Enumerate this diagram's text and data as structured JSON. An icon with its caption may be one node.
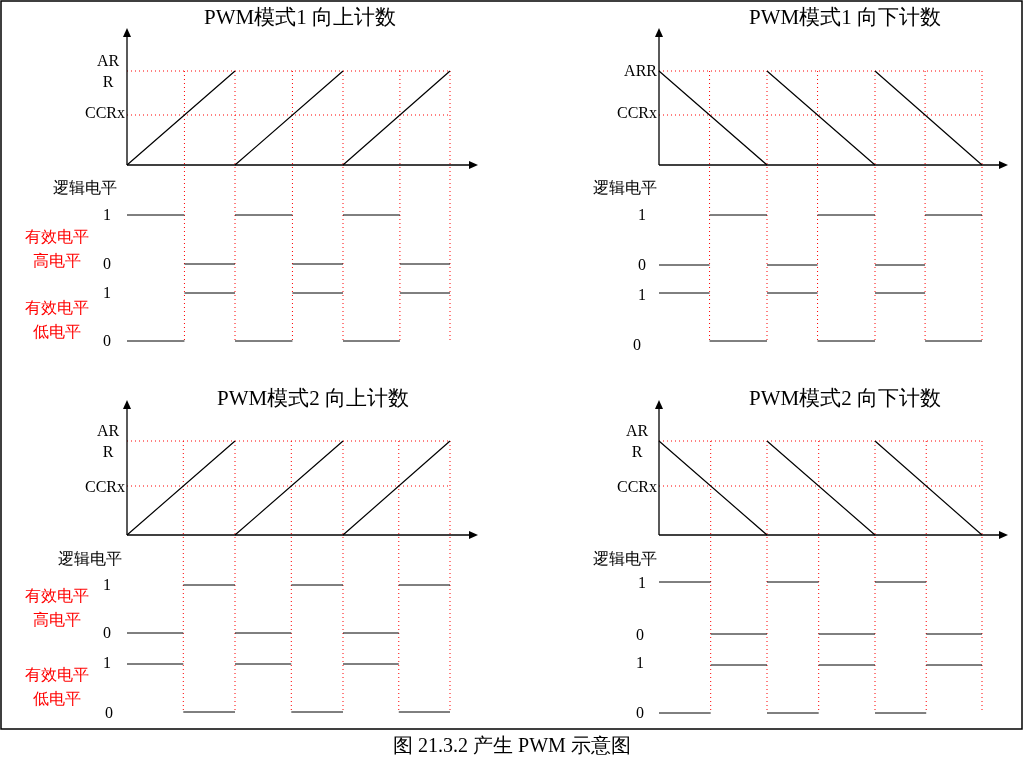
{
  "diagram": {
    "caption": "图 21.3.2 产生 PWM 示意图",
    "labels": [
      "PWM模式1 向上计数",
      "AR R",
      "CCRx",
      "逻辑电平",
      "1",
      "有效电平高电平",
      "0",
      "1",
      "有效电平低电平",
      "0",
      "PWM模式1 向下计数",
      "ARR",
      "CCRx",
      "逻辑电平",
      "1",
      "0",
      "1",
      "0",
      "PWM模式2 向上计数",
      "AR R",
      "CCRx",
      "逻辑电平",
      "1",
      "有效电平高电平",
      "0",
      "1",
      "有效电平低电平",
      "0",
      "PWM模式2 向下计数",
      "AR R",
      "CCRx",
      "逻辑电平",
      "1",
      "0",
      "1",
      "0"
    ]
  }
}
